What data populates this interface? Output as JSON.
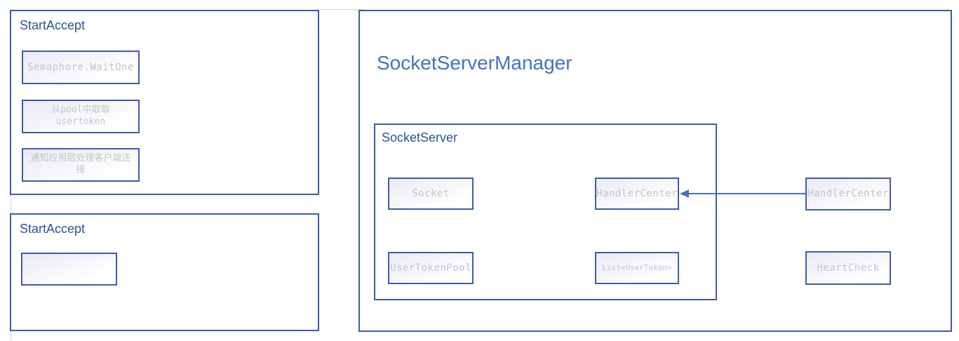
{
  "colors": {
    "shape-border": "#3d5ca9",
    "arrow": "#4472c4",
    "title-dark": "#2e5394",
    "title-accent": "#4472c4",
    "muted-label": "#c1c5cf",
    "page-line": "#d4d4d4",
    "fill-top": "#e9ebf3",
    "fill-bottom": "#ffffff"
  },
  "left_top_group": {
    "title": "StartAccept",
    "steps": [
      {
        "label": "Semaphore.WaitOne"
      },
      {
        "label": "从pool中取取\nusertoken"
      },
      {
        "label": "通知应用层处理客户端连\n接"
      }
    ]
  },
  "left_bottom_group": {
    "title": "StartAccept",
    "empty_step": {
      "label": ""
    }
  },
  "manager_group": {
    "title": "SocketServerManager",
    "socket_server": {
      "title": "SocketServer",
      "members": [
        {
          "label": "Socket"
        },
        {
          "label": "HandlerCenter"
        },
        {
          "label": "UserTokenPool"
        },
        {
          "label": "List<UserToken>"
        }
      ]
    },
    "external_members": [
      {
        "label": "HandlerCenter"
      },
      {
        "label": "HeartCheck"
      }
    ],
    "arrow": {
      "from": "HandlerCenter (external)",
      "to": "HandlerCenter (inside SocketServer)"
    }
  }
}
